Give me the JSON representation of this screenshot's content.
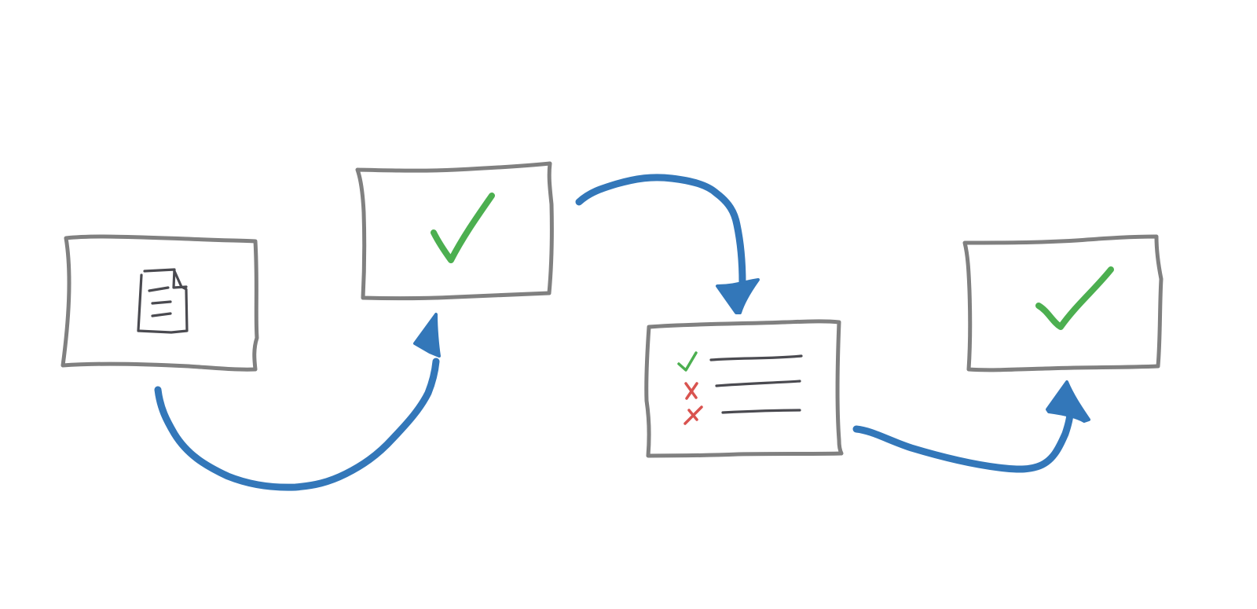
{
  "colors": {
    "background": "#ffffff",
    "box_outline": "#808080",
    "ink": "#4a4a50",
    "check": "#4caf50",
    "cross": "#d9534f",
    "arrow": "#3377b9"
  },
  "diagram": {
    "nodes": [
      {
        "id": "document",
        "icon": "document-icon"
      },
      {
        "id": "approved",
        "icon": "check-icon"
      },
      {
        "id": "checklist",
        "icon": "checklist-icon",
        "items": [
          "pass",
          "fail",
          "fail"
        ]
      },
      {
        "id": "final-approved",
        "icon": "check-icon"
      }
    ],
    "edges": [
      {
        "from": "document",
        "to": "approved"
      },
      {
        "from": "approved",
        "to": "checklist"
      },
      {
        "from": "checklist",
        "to": "final-approved"
      }
    ]
  }
}
